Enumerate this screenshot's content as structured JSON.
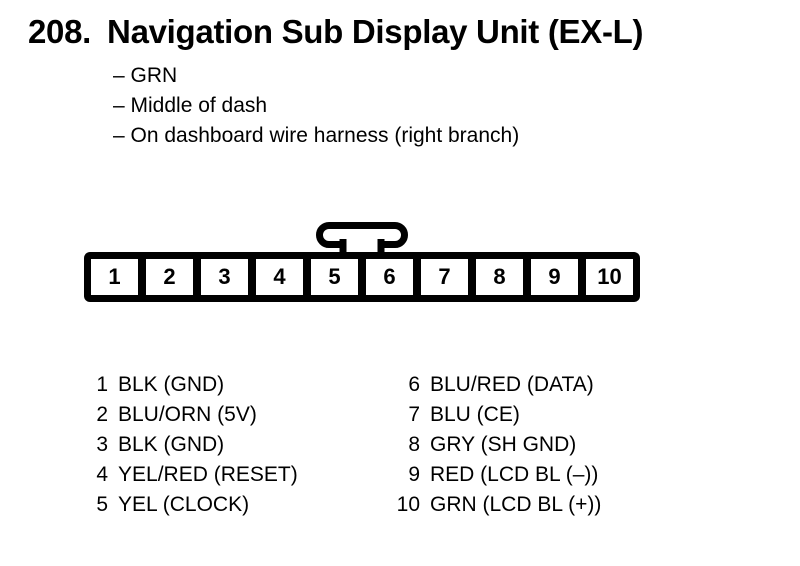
{
  "header": {
    "number": "208.",
    "title": "Navigation Sub Display Unit (EX-L)",
    "details": [
      "– GRN",
      "– Middle of dash",
      "– On dashboard wire harness (right branch)"
    ]
  },
  "connector": {
    "pins": [
      "1",
      "2",
      "3",
      "4",
      "5",
      "6",
      "7",
      "8",
      "9",
      "10"
    ]
  },
  "pinout": {
    "left": [
      {
        "num": "1",
        "desc": "BLK (GND)"
      },
      {
        "num": "2",
        "desc": "BLU/ORN (5V)"
      },
      {
        "num": "3",
        "desc": "BLK (GND)"
      },
      {
        "num": "4",
        "desc": "YEL/RED (RESET)"
      },
      {
        "num": "5",
        "desc": "YEL (CLOCK)"
      }
    ],
    "right": [
      {
        "num": "6",
        "desc": "BLU/RED (DATA)"
      },
      {
        "num": "7",
        "desc": "BLU (CE)"
      },
      {
        "num": "8",
        "desc": "GRY (SH GND)"
      },
      {
        "num": "9",
        "desc": "RED (LCD BL (–))"
      },
      {
        "num": "10",
        "desc": "GRN (LCD BL (+))"
      }
    ]
  },
  "colors": {
    "ink": "#000000",
    "paper": "#ffffff"
  }
}
